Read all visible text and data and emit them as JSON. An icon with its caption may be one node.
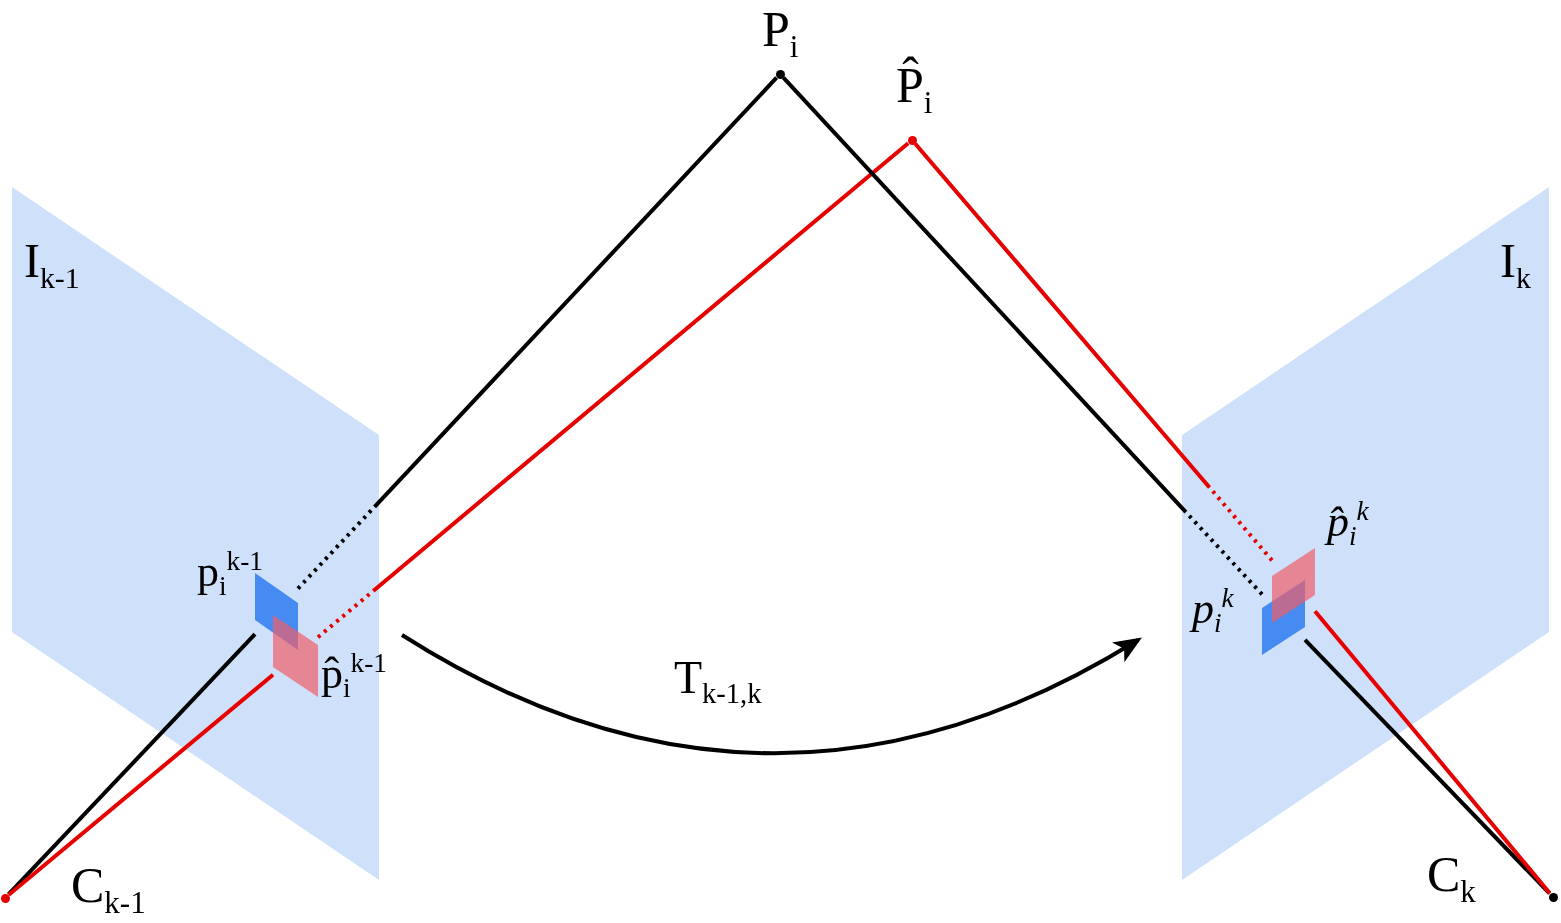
{
  "diagram": {
    "nodes": [
      {
        "text": [
          "I$_{k-1}$"
        ]
      },
      {
        "text": [],
        "shape": "box",
        "in": 0,
        "beside": [
          "p$_{i}$$^{k-1}$"
        ]
      },
      {
        "text": [],
        "shape": "box",
        "in": 0,
        "beside": [
          "p̂$_{i}$$^{k-1}$"
        ]
      },
      {
        "text": [
          "I$_{k}$"
        ]
      },
      {
        "text": [],
        "shape": "box",
        "in": 3,
        "beside": [
          "p$_{i}$$^{k}$"
        ]
      },
      {
        "text": [],
        "shape": "box",
        "in": 3,
        "beside": [
          "p̂$_{i}$$^{k}$"
        ]
      },
      {
        "text": [],
        "shape": "circle",
        "beside": [
          "P$_{i}$"
        ]
      },
      {
        "text": [],
        "shape": "circle",
        "beside": [
          "P̂$_{i}$"
        ]
      },
      {
        "text": [],
        "shape": "circle",
        "beside": [
          "C$_{k-1}$"
        ]
      },
      {
        "text": [],
        "shape": "circle",
        "beside": [
          "C$_{k}$"
        ]
      }
    ],
    "edges": [
      {
        "from": 8,
        "to": 1,
        "arrow": "none"
      },
      {
        "from": 1,
        "to": 6,
        "arrow": "none",
        "style": "dashed"
      },
      {
        "from": 8,
        "to": 2,
        "arrow": "none",
        "color": "#e60000"
      },
      {
        "from": 2,
        "to": 7,
        "arrow": "none",
        "style": "dashed",
        "color": "#e60000"
      },
      {
        "from": 9,
        "to": 4,
        "arrow": "none"
      },
      {
        "from": 4,
        "to": 6,
        "arrow": "none",
        "style": "dashed"
      },
      {
        "from": 9,
        "to": 5,
        "arrow": "none",
        "color": "#e60000"
      },
      {
        "from": 5,
        "to": 7,
        "arrow": "none",
        "style": "dashed",
        "color": "#e60000"
      },
      {
        "from": 0,
        "to": 3,
        "arrow": "to",
        "label": "T$_{k-1,k}$"
      }
    ]
  }
}
